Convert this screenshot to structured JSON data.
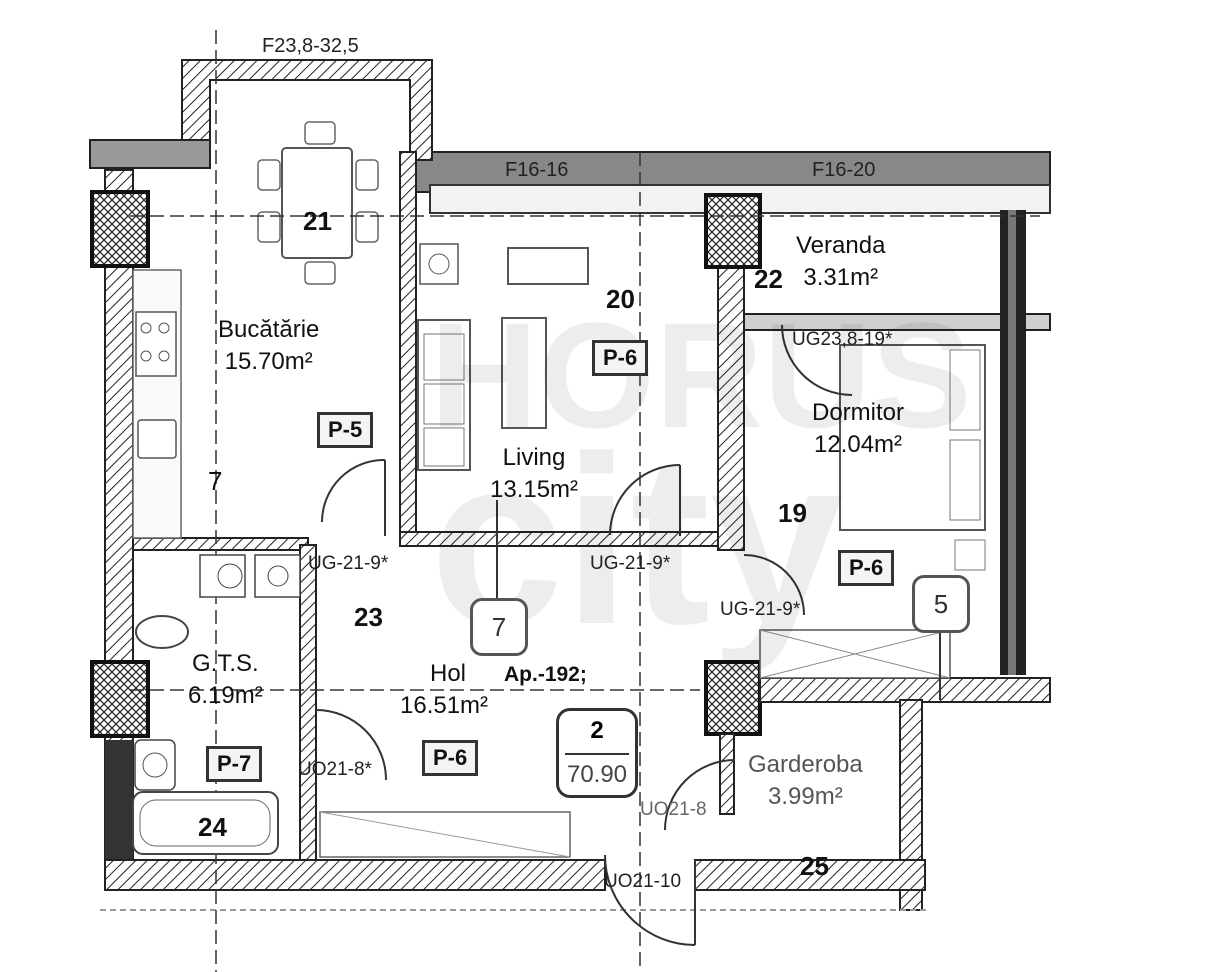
{
  "watermark": {
    "line1": "HORUS",
    "line2": "city"
  },
  "window_codes": {
    "top": "F23,8-32,5",
    "f16_16": "F16-16",
    "f16_20": "F16-20"
  },
  "rooms": {
    "kitchen": {
      "number": "21",
      "name": "Bucătărie",
      "area": "15.70m²"
    },
    "living": {
      "number": "20",
      "name": "Living",
      "area": "13.15m²"
    },
    "veranda": {
      "number": "22",
      "name": "Veranda",
      "area": "3.31m²"
    },
    "bedroom": {
      "number": "19",
      "name": "Dormitor",
      "area": "12.04m²"
    },
    "hall": {
      "number": "23",
      "name": "Hol",
      "area": "16.51m²"
    },
    "bathroom": {
      "number": "24",
      "name": "G.T.S.",
      "area": "6.19m²"
    },
    "wardrobe": {
      "number": "25",
      "name": "Garderoba",
      "area": "3.99m²"
    },
    "shaft_number": "7"
  },
  "door_codes": {
    "ug23": "UG23,8-19*",
    "ug21_kitchen": "UG-21-9*",
    "ug21_living": "UG-21-9*",
    "ug21_bedroom": "UG-21-9*",
    "uo21_8_bath": "UO21-8*",
    "uo21_8_entry": "UO21-8",
    "uo21_10": "UO21-10"
  },
  "tags": {
    "p5": "P-5",
    "p6_living": "P-6",
    "p6_bedroom": "P-6",
    "p6_hall": "P-6",
    "p7": "P-7"
  },
  "markers": {
    "hall_circle": "7",
    "bedroom_circle": "5"
  },
  "apartment": {
    "label": "Ap.-192;",
    "rooms": "2",
    "area": "70.90"
  }
}
